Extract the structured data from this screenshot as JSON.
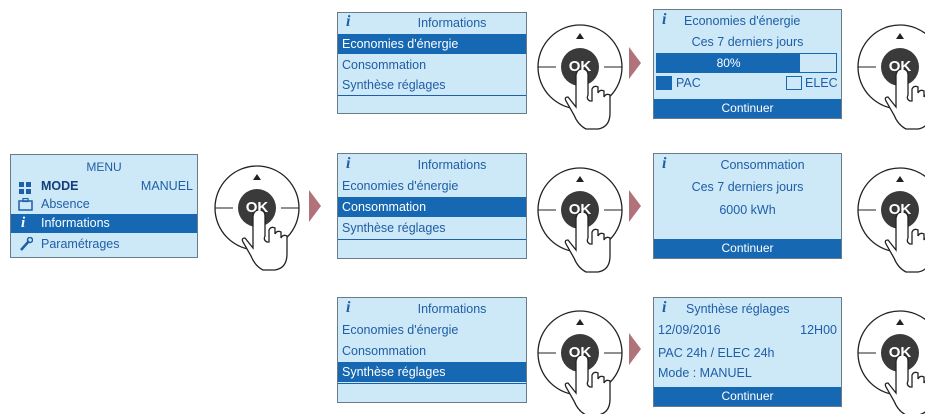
{
  "menu": {
    "title": "MENU",
    "items": [
      {
        "label": "MODE",
        "value": "MANUEL"
      },
      {
        "label": "Absence"
      },
      {
        "label": "Informations"
      },
      {
        "label": "Paramétrages"
      }
    ]
  },
  "info_menu": {
    "title": "Informations",
    "items": [
      "Economies d'énergie",
      "Consommation",
      "Synthèse réglages"
    ]
  },
  "ok_label": "OK",
  "economies": {
    "title": "Economies d'énergie",
    "period": "Ces 7 derniers jours",
    "percent_label": "80%",
    "percent": 80,
    "legend_pac": "PAC",
    "legend_elec": "ELEC",
    "continue": "Continuer"
  },
  "consommation": {
    "title": "Consommation",
    "period": "Ces 7 derniers jours",
    "value": "6000 kWh",
    "continue": "Continuer"
  },
  "synthese": {
    "title": "Synthèse réglages",
    "date": "12/09/2016",
    "time": "12H00",
    "line1": "PAC 24h / ELEC 24h",
    "line2": "Mode : MANUEL",
    "continue": "Continuer"
  },
  "colors": {
    "lcd_bg": "#cde8f6",
    "highlight": "#1668b3",
    "text": "#1f5ea8",
    "arrow": "#b0737a"
  }
}
